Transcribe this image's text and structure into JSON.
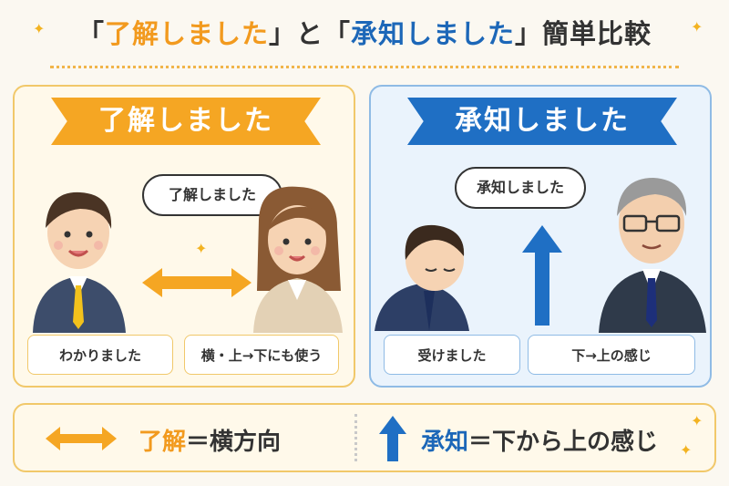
{
  "title": {
    "open1": "「",
    "word1": "了解しました",
    "close1": "」と「",
    "word2": "承知しました",
    "close2": "」簡単比較"
  },
  "left_panel": {
    "ribbon": "了解しました",
    "bubble": "了解しました",
    "tag1": "わかりました",
    "tag2": "横・上→下にも使う"
  },
  "right_panel": {
    "ribbon": "承知しました",
    "bubble": "承知しました",
    "tag1": "受けました",
    "tag2": "下→上の感じ"
  },
  "summary": {
    "left_key": "了解",
    "left_rest": "＝横方向",
    "right_key": "承知",
    "right_rest": "＝下から上の感じ"
  },
  "colors": {
    "orange": "#f5a623",
    "blue": "#1f6fc4",
    "left_bg": "#fff9ea",
    "right_bg": "#eaf3fc"
  }
}
